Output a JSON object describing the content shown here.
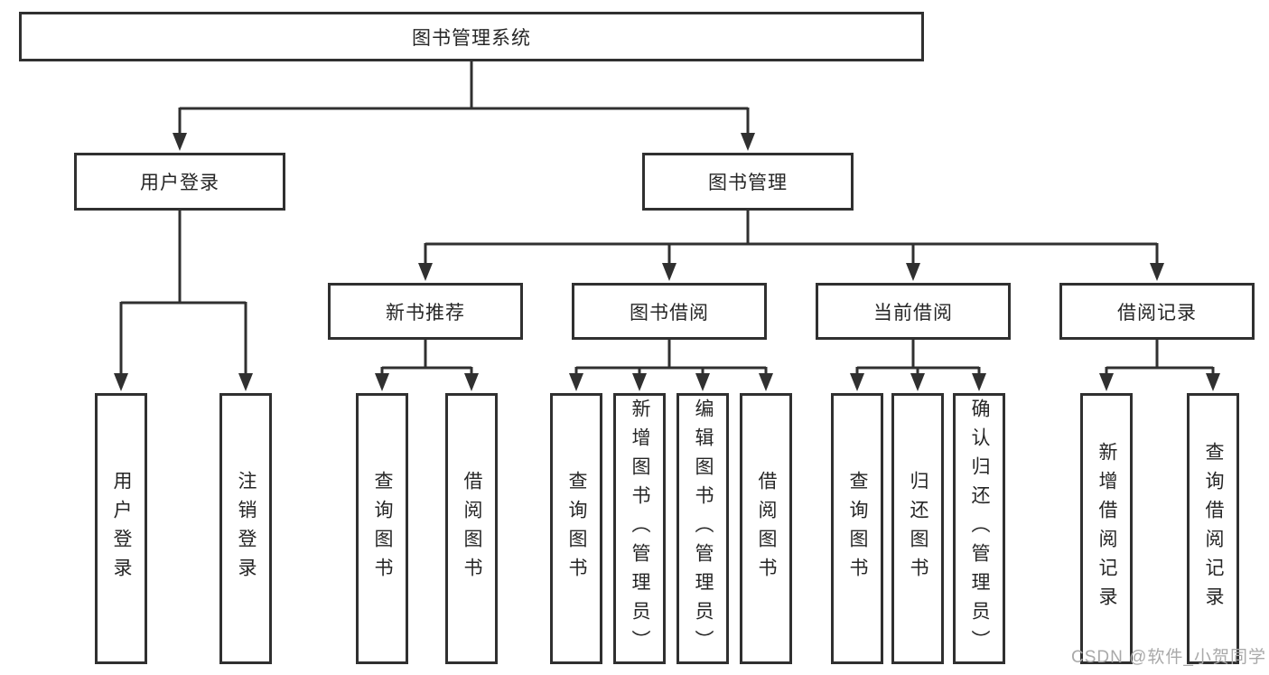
{
  "nodes": {
    "root": "图书管理系统",
    "user_login": "用户登录",
    "book_management": "图书管理",
    "new_book_recommend": "新书推荐",
    "book_borrowing": "图书借阅",
    "current_borrowing": "当前借阅",
    "borrowing_records": "借阅记录",
    "leaf_user_login": "用户登录",
    "leaf_logout": "注销登录",
    "leaf_nb_query_books": "查询图书",
    "leaf_nb_borrow_books": "借阅图书",
    "leaf_bb_query_books": "查询图书",
    "leaf_bb_add_books_admin": "新增图书（管理员）",
    "leaf_bb_edit_books_admin": "编辑图书（管理员）",
    "leaf_bb_borrow_books": "借阅图书",
    "leaf_cb_query_books": "查询图书",
    "leaf_cb_return_books": "归还图书",
    "leaf_cb_confirm_return_admin": "确认归还（管理员）",
    "leaf_br_add_record": "新增借阅记录",
    "leaf_br_query_record": "查询借阅记录"
  },
  "watermark": "CSDN @软件_小贺同学",
  "colors": {
    "line": "#303030",
    "box_border": "#303030",
    "text": "#262626",
    "watermark": "#a9a9a9",
    "background": "#ffffff"
  }
}
